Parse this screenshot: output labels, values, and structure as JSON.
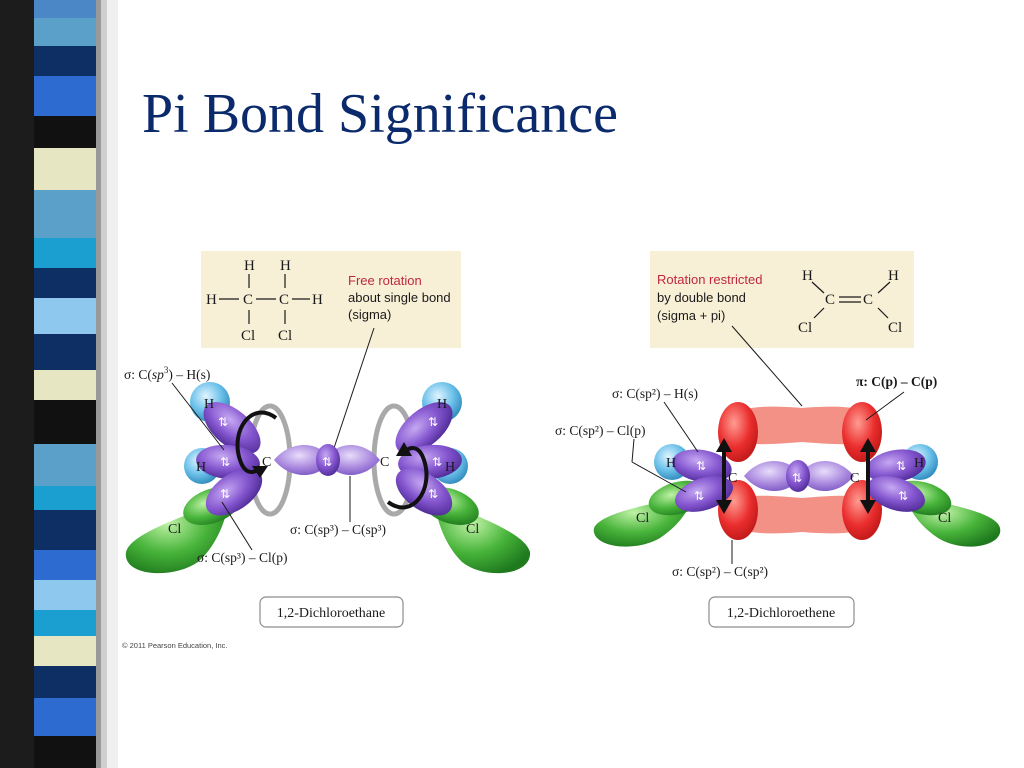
{
  "slide": {
    "title": "Pi Bond Significance",
    "copyright": "© 2011 Pearson Education, Inc."
  },
  "left_panel": {
    "structure": {
      "top_h1": "H",
      "top_h2": "H",
      "left_h": "H",
      "c1": "C",
      "c2": "C",
      "right_h": "H",
      "cl1": "Cl",
      "cl2": "Cl"
    },
    "note_line1": "Free rotation",
    "note_line2": "about single bond",
    "note_line3": "(sigma)",
    "label_sigma_ch_prefix": "σ: C(",
    "label_sigma_ch_sp": "sp",
    "label_sigma_ch_sup": "3",
    "label_sigma_ch_suffix": ") – H(s)",
    "label_sigma_cc": "σ: C(sp³) – C(sp³)",
    "label_sigma_ccl": "σ: C(sp³) – Cl(p)",
    "atom_h_upper_left": "H",
    "atom_h_lower_left": "H",
    "atom_h_upper_right": "H",
    "atom_h_lower_right": "H",
    "atom_c_left": "C",
    "atom_c_right": "C",
    "atom_cl_left": "Cl",
    "atom_cl_right": "Cl",
    "electron_pair": "⇅",
    "caption": "1,2-Dichloroethane"
  },
  "right_panel": {
    "note_line1": "Rotation restricted",
    "note_line2": "by double bond",
    "note_line3": "(sigma + pi)",
    "structure": {
      "h_left": "H",
      "h_right": "H",
      "c1": "C",
      "c2": "C",
      "double_bond": "═",
      "cl_left": "Cl",
      "cl_right": "Cl"
    },
    "label_sigma_ch": "σ: C(sp²) – H(s)",
    "label_sigma_ccl": "σ: C(sp²) – Cl(p)",
    "label_pi": "π: C(p) – C(p)",
    "label_sigma_cc": "σ: C(sp²) – C(sp²)",
    "atom_h_left": "H",
    "atom_h_right": "H",
    "atom_c_left": "C",
    "atom_c_right": "C",
    "atom_cl_left": "Cl",
    "atom_cl_right": "Cl",
    "electron_pair": "⇅",
    "caption": "1,2-Dichloroethene"
  },
  "colors": {
    "title": "#0b2a6b",
    "note_red": "#c0283e",
    "panel_bg": "#f7efd6",
    "purple_orbital": "#7b4fc4",
    "green_orbital": "#3fae3a",
    "blue_orbital": "#49a9d8",
    "red_orbital": "#e12a2a"
  }
}
